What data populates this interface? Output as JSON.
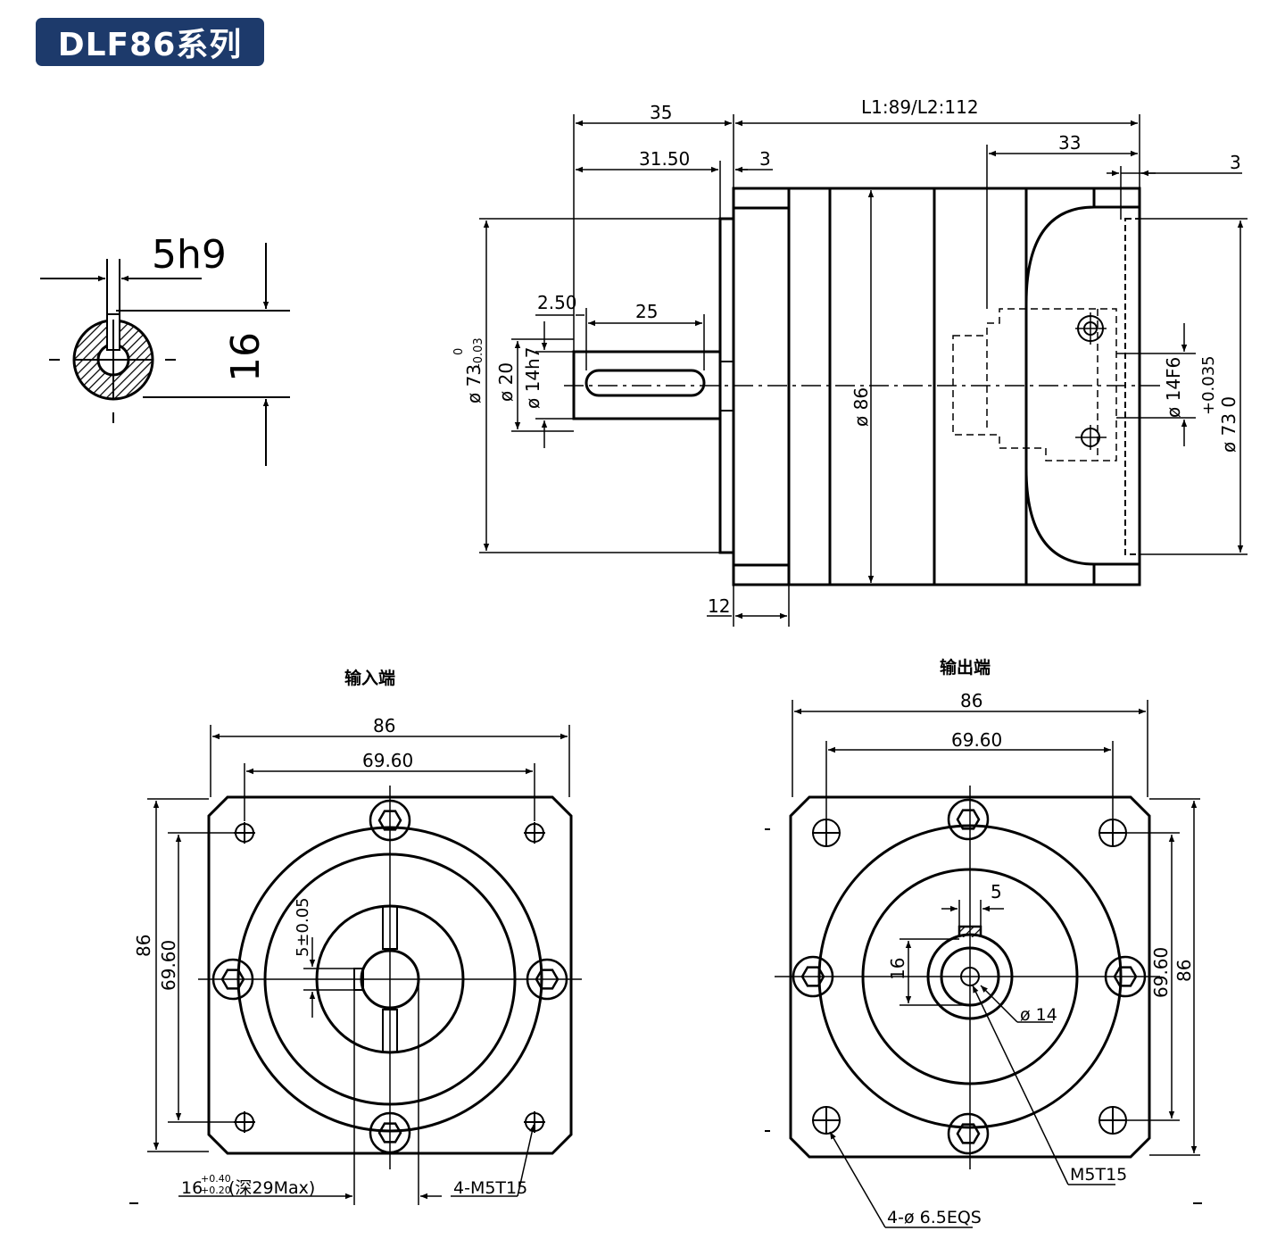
{
  "title": "DLF86系列",
  "key_section": {
    "key": "5h9",
    "height": "16"
  },
  "side_view": {
    "d35": "35",
    "length": "L1:89/L2:112",
    "d31_5": "31.50",
    "d3a": "3",
    "d33": "33",
    "d3b": "3",
    "d2_5": "2.50",
    "d25": "25",
    "d73": "ø 73",
    "d73_tol_upper": "0",
    "d73_tol_lower": "-0.03",
    "d20": "ø 20",
    "d14h7": "ø 14h7",
    "d86": "ø 86",
    "d14f6": "ø 14F6",
    "d14f6_tol": "+0.035",
    "d73b": "ø 73 0",
    "d12": "12"
  },
  "input_view": {
    "caption": "输入端",
    "w86": "86",
    "w69": "69.60",
    "h86": "86",
    "h69": "69.60",
    "keyway": "5±0.05",
    "depth_base": "16",
    "depth_tol_upper": "+0.40",
    "depth_tol_lower": "+0.20",
    "depth_note": "(深29Max)",
    "thread": "4-M5T15"
  },
  "output_view": {
    "caption": "输出端",
    "w86": "86",
    "w69": "69.60",
    "h86": "86",
    "h69": "69.60",
    "key5": "5",
    "h16": "16",
    "shaft": "ø 14",
    "thread": "M5T15",
    "holes": "4-ø 6.5EQS"
  }
}
